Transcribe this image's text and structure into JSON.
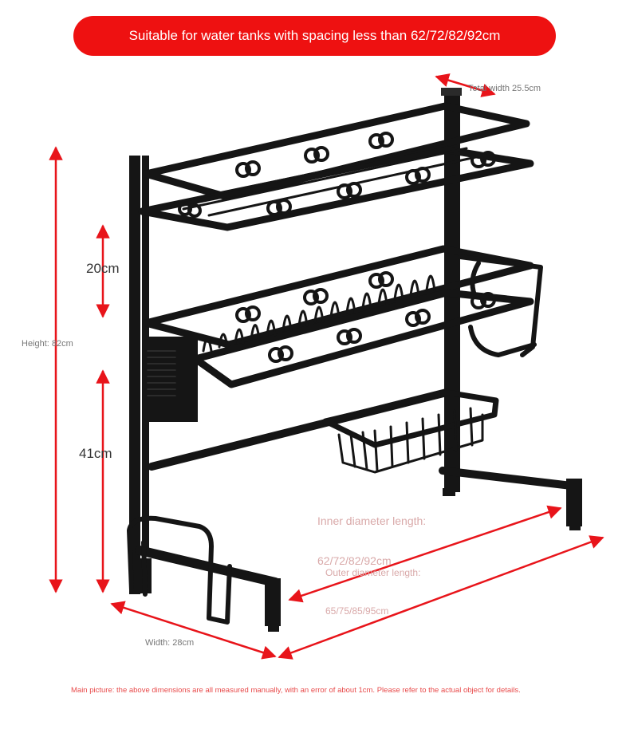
{
  "banner": {
    "text": "Suitable for water tanks with spacing less than 62/72/82/92cm",
    "color": "#ee1111"
  },
  "dimensions": {
    "total_width": "Total width 25.5cm",
    "height": "Height: 82cm",
    "tier_spacing": "20cm",
    "lower_height": "41cm",
    "width": "Width: 28cm",
    "inner_diameter_label": "Inner diameter length:",
    "inner_diameter_value": "62/72/82/92cm",
    "outer_diameter_label": "Outer diameter length:",
    "outer_diameter_value": "65/75/85/95cm"
  },
  "colors": {
    "arrow": "#e8141a",
    "rack": "#151515",
    "note": "#e84a4a"
  },
  "footnote": "Main picture: the above dimensions are all measured manually, with an error of about 1cm. Please refer to the actual object for details."
}
